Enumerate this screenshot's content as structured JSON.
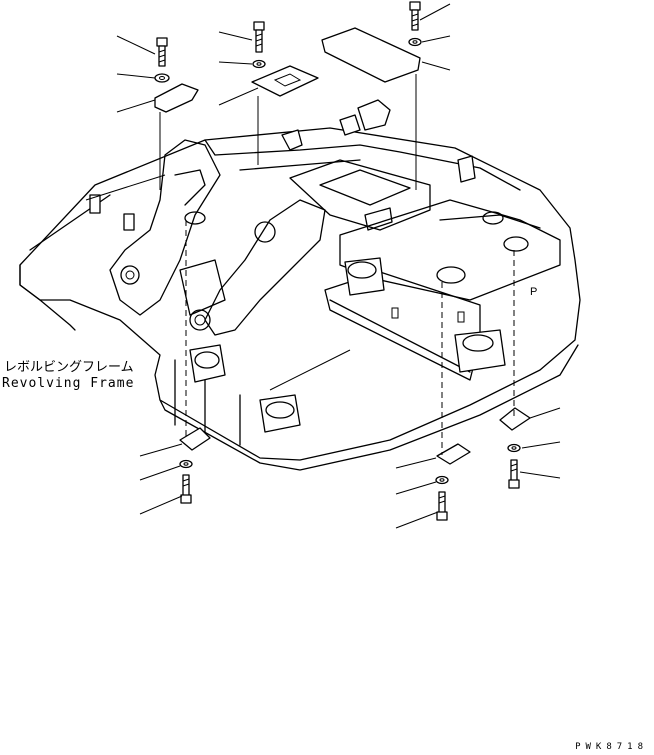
{
  "labels": {
    "part_name_jp": "レボルビングフレーム",
    "part_name_en": "Revolving Frame"
  },
  "drawing_code": "PWK8718",
  "colors": {
    "line": "#000000",
    "background": "#ffffff"
  },
  "parts": [
    "bolt",
    "washer",
    "cover-plate",
    "revolving-frame"
  ]
}
